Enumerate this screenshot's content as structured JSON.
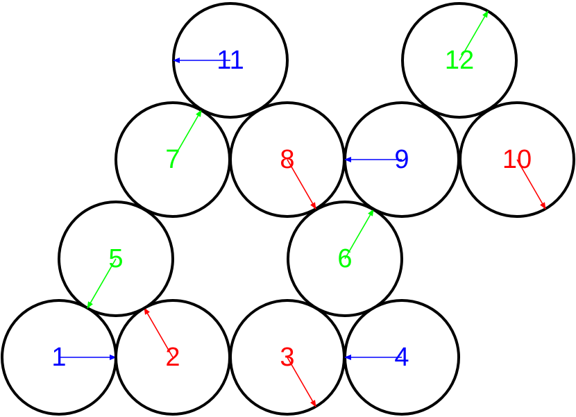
{
  "colors": {
    "blue": "#0000ff",
    "red": "#ff0000",
    "green": "#00ff00",
    "outline": "#000000"
  },
  "nodes": [
    {
      "id": "1",
      "label": "1",
      "color": "blue"
    },
    {
      "id": "2",
      "label": "2",
      "color": "red"
    },
    {
      "id": "3",
      "label": "3",
      "color": "red"
    },
    {
      "id": "4",
      "label": "4",
      "color": "blue"
    },
    {
      "id": "5",
      "label": "5",
      "color": "green"
    },
    {
      "id": "6",
      "label": "6",
      "color": "green"
    },
    {
      "id": "7",
      "label": "7",
      "color": "green"
    },
    {
      "id": "8",
      "label": "8",
      "color": "red"
    },
    {
      "id": "9",
      "label": "9",
      "color": "blue"
    },
    {
      "id": "10",
      "label": "10",
      "color": "red"
    },
    {
      "id": "11",
      "label": "11",
      "color": "blue"
    },
    {
      "id": "12",
      "label": "12",
      "color": "green"
    }
  ]
}
